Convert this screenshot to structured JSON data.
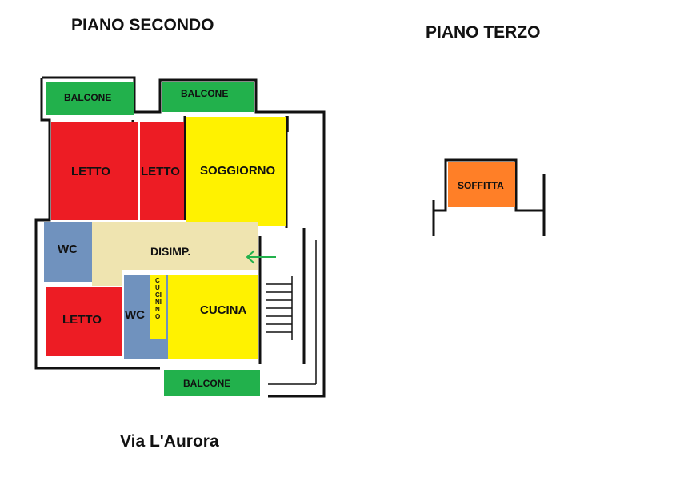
{
  "titles": {
    "floor2": "PIANO SECONDO",
    "floor3": "PIANO TERZO",
    "street": "Via L'Aurora"
  },
  "rooms": {
    "balcone_1": "BALCONE",
    "balcone_2": "BALCONE",
    "balcone_3": "BALCONE",
    "letto_1": "LETTO",
    "letto_2": "LETTO",
    "letto_3": "LETTO",
    "soggiorno": "SOGGIORNO",
    "wc_1": "WC",
    "wc_2": "WC",
    "disimp": "DISIMP.",
    "cucinino": "CUCININO",
    "cucina": "CUCINA",
    "soffitta": "SOFFITTA"
  },
  "colors": {
    "balcone": "#22b14c",
    "letto": "#ed1c24",
    "soggiorno": "#fff200",
    "wc": "#7092be",
    "disimp": "#efe4b0",
    "cucina": "#fff200",
    "soffitta": "#ff7f27",
    "arrow": "#22b14c"
  }
}
